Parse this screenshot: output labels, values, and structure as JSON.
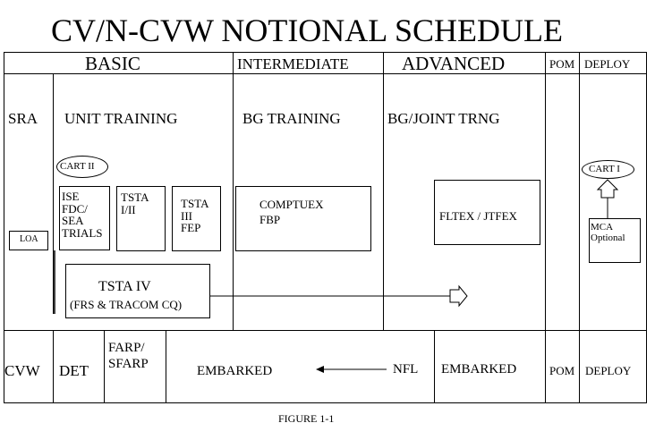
{
  "title": "CV/N-CVW NOTIONAL SCHEDULE",
  "phases": {
    "basic": "BASIC",
    "intermediate": "INTERMEDIATE",
    "advanced": "ADVANCED",
    "pom": "POM",
    "deploy": "DEPLOY"
  },
  "cv_row": {
    "sra": "SRA",
    "unit_training": "UNIT TRAINING",
    "bg_training": "BG TRAINING",
    "bg_joint_trng": "BG/JOINT TRNG",
    "cart_ii": "CART II",
    "cart_i": "CART I",
    "loa": "LOA",
    "ise_box": "ISE\nFDC/\nSEA\nTRIALS",
    "tsta_i_ii": "TSTA\nI/II",
    "tsta_iii_fep": "TSTA\nIII\nFEP",
    "comptuex_fbp": "COMPTUEX\nFBP",
    "fltex_jtfex": "FLTEX / JTFEX",
    "mca_optional": "MCA\nOptional",
    "tsta_iv": "TSTA IV",
    "tsta_iv_sub": "(FRS & TRACOM CQ)"
  },
  "cvw_row": {
    "cvw": "CVW",
    "det": "DET",
    "farp_sfarp": "FARP/\nSFARP",
    "embarked_left": "EMBARKED",
    "nfl": "NFL",
    "embarked_right": "EMBARKED",
    "pom": "POM",
    "deploy": "DEPLOY"
  },
  "caption": "FIGURE 1-1"
}
